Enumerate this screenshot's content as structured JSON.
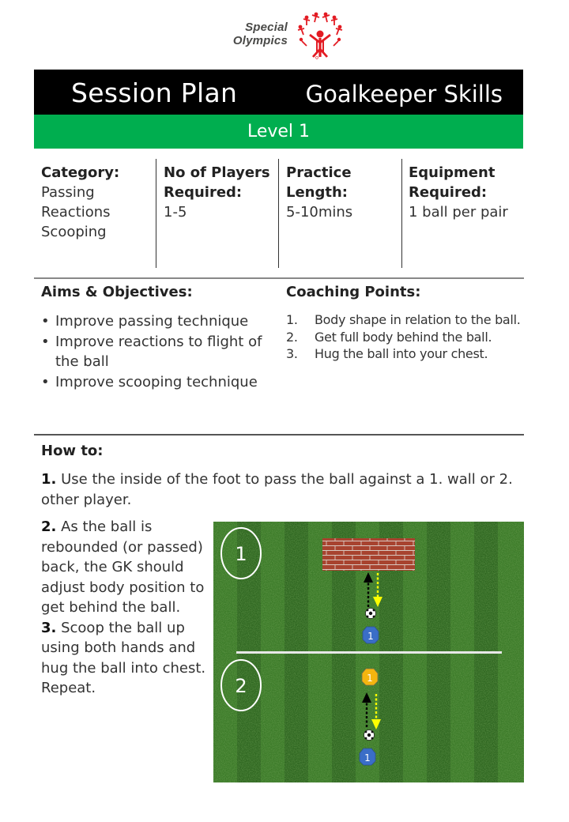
{
  "logo": {
    "line1": "Special",
    "line2": "Olympics",
    "icon": "special-olympics-emblem",
    "brand_color": "#e31b23"
  },
  "header": {
    "title": "Session Plan",
    "subtitle": "Goalkeeper Skills",
    "level": "Level 1",
    "black": "#000000",
    "green": "#00ae4f"
  },
  "info": [
    {
      "label_line1": "Category:",
      "label_line2": "",
      "values": [
        "Passing",
        "Reactions",
        "Scooping"
      ]
    },
    {
      "label_line1": "No of Players",
      "label_line2": "Required:",
      "values": [
        "1-5"
      ]
    },
    {
      "label_line1": "Practice",
      "label_line2": "Length:",
      "values": [
        "5-10mins"
      ]
    },
    {
      "label_line1": "Equipment",
      "label_line2": "Required:",
      "values": [
        "1 ball per pair"
      ]
    }
  ],
  "aims": {
    "title": "Aims & Objectives:",
    "items": [
      "Improve passing technique",
      "Improve reactions to flight of the ball",
      "Improve scooping technique"
    ]
  },
  "coaching": {
    "title": "Coaching Points:",
    "items": [
      {
        "num": "1.",
        "text": "Body shape in relation to the ball."
      },
      {
        "num": "2.",
        "text": "Get full body behind the ball."
      },
      {
        "num": "3.",
        "text": "Hug the ball into your chest."
      }
    ]
  },
  "howto": {
    "title": "How to:",
    "step1_num": "1.",
    "step1_text": " Use the inside of the foot to pass the ball against a 1. wall or 2. other player.",
    "step2_num": "2.",
    "step2_text": " As the ball is rebounded (or passed) back, the GK should adjust body position to get behind the ball.",
    "step3_num": "3.",
    "step3_text": " Scoop the ball up using both hands and hug the ball into chest.",
    "repeat": "Repeat."
  },
  "diagram": {
    "section1_label": "1",
    "section2_label": "2",
    "cone1_top_label": "1",
    "cone2_yellow_label": "1",
    "cone2_blue_label": "1",
    "colors": {
      "blue_cone": "#3a6ec7",
      "yellow_cone": "#f4b50f",
      "pass_arrow": "#000000",
      "return_arrow": "#ffff00",
      "brick": "#a8432f"
    }
  }
}
